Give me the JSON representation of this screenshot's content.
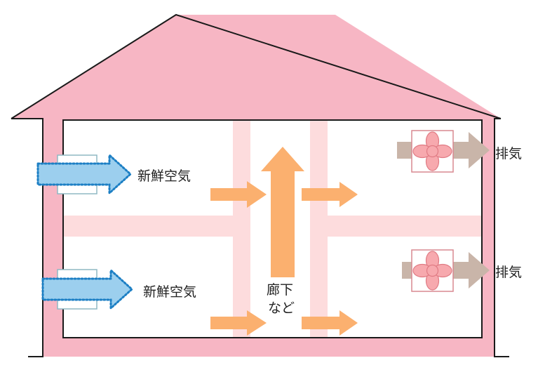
{
  "title": "Ventilation airflow diagram",
  "colors": {
    "house_fill": "#f7b6c4",
    "outline": "#1a1a1a",
    "partition": "#fddcdd",
    "fresh_air_arrow": "#9ccfee",
    "fresh_air_dots": "#1c7fc4",
    "internal_flow_arrow": "#fbb06f",
    "exhaust_arrow": "#c9b5a9",
    "fan": "#f7a9ae",
    "fan_outline": "#e07b84"
  },
  "labels": {
    "fresh_air_upper": "新鮮空気",
    "fresh_air_lower": "新鮮空気",
    "exhaust_upper": "排気",
    "exhaust_lower": "排気",
    "corridor_line1": "廊下",
    "corridor_line2": "など"
  },
  "components": {
    "fresh_air_inlets": [
      {
        "position": "left-wall-upper",
        "label_ref": "fresh_air_upper"
      },
      {
        "position": "left-wall-lower",
        "label_ref": "fresh_air_lower"
      }
    ],
    "exhaust_fans": [
      {
        "position": "right-wall-upper",
        "label_ref": "exhaust_upper"
      },
      {
        "position": "right-wall-lower",
        "label_ref": "exhaust_lower"
      }
    ],
    "flow_arrows": [
      {
        "from": "room-left-upper",
        "to": "corridor",
        "direction": "right"
      },
      {
        "from": "room-left-lower",
        "to": "corridor",
        "direction": "right"
      },
      {
        "from": "corridor",
        "to": "up",
        "direction": "up"
      },
      {
        "from": "corridor",
        "to": "room-right-upper",
        "direction": "right"
      },
      {
        "from": "corridor",
        "to": "room-right-lower",
        "direction": "right"
      }
    ]
  }
}
